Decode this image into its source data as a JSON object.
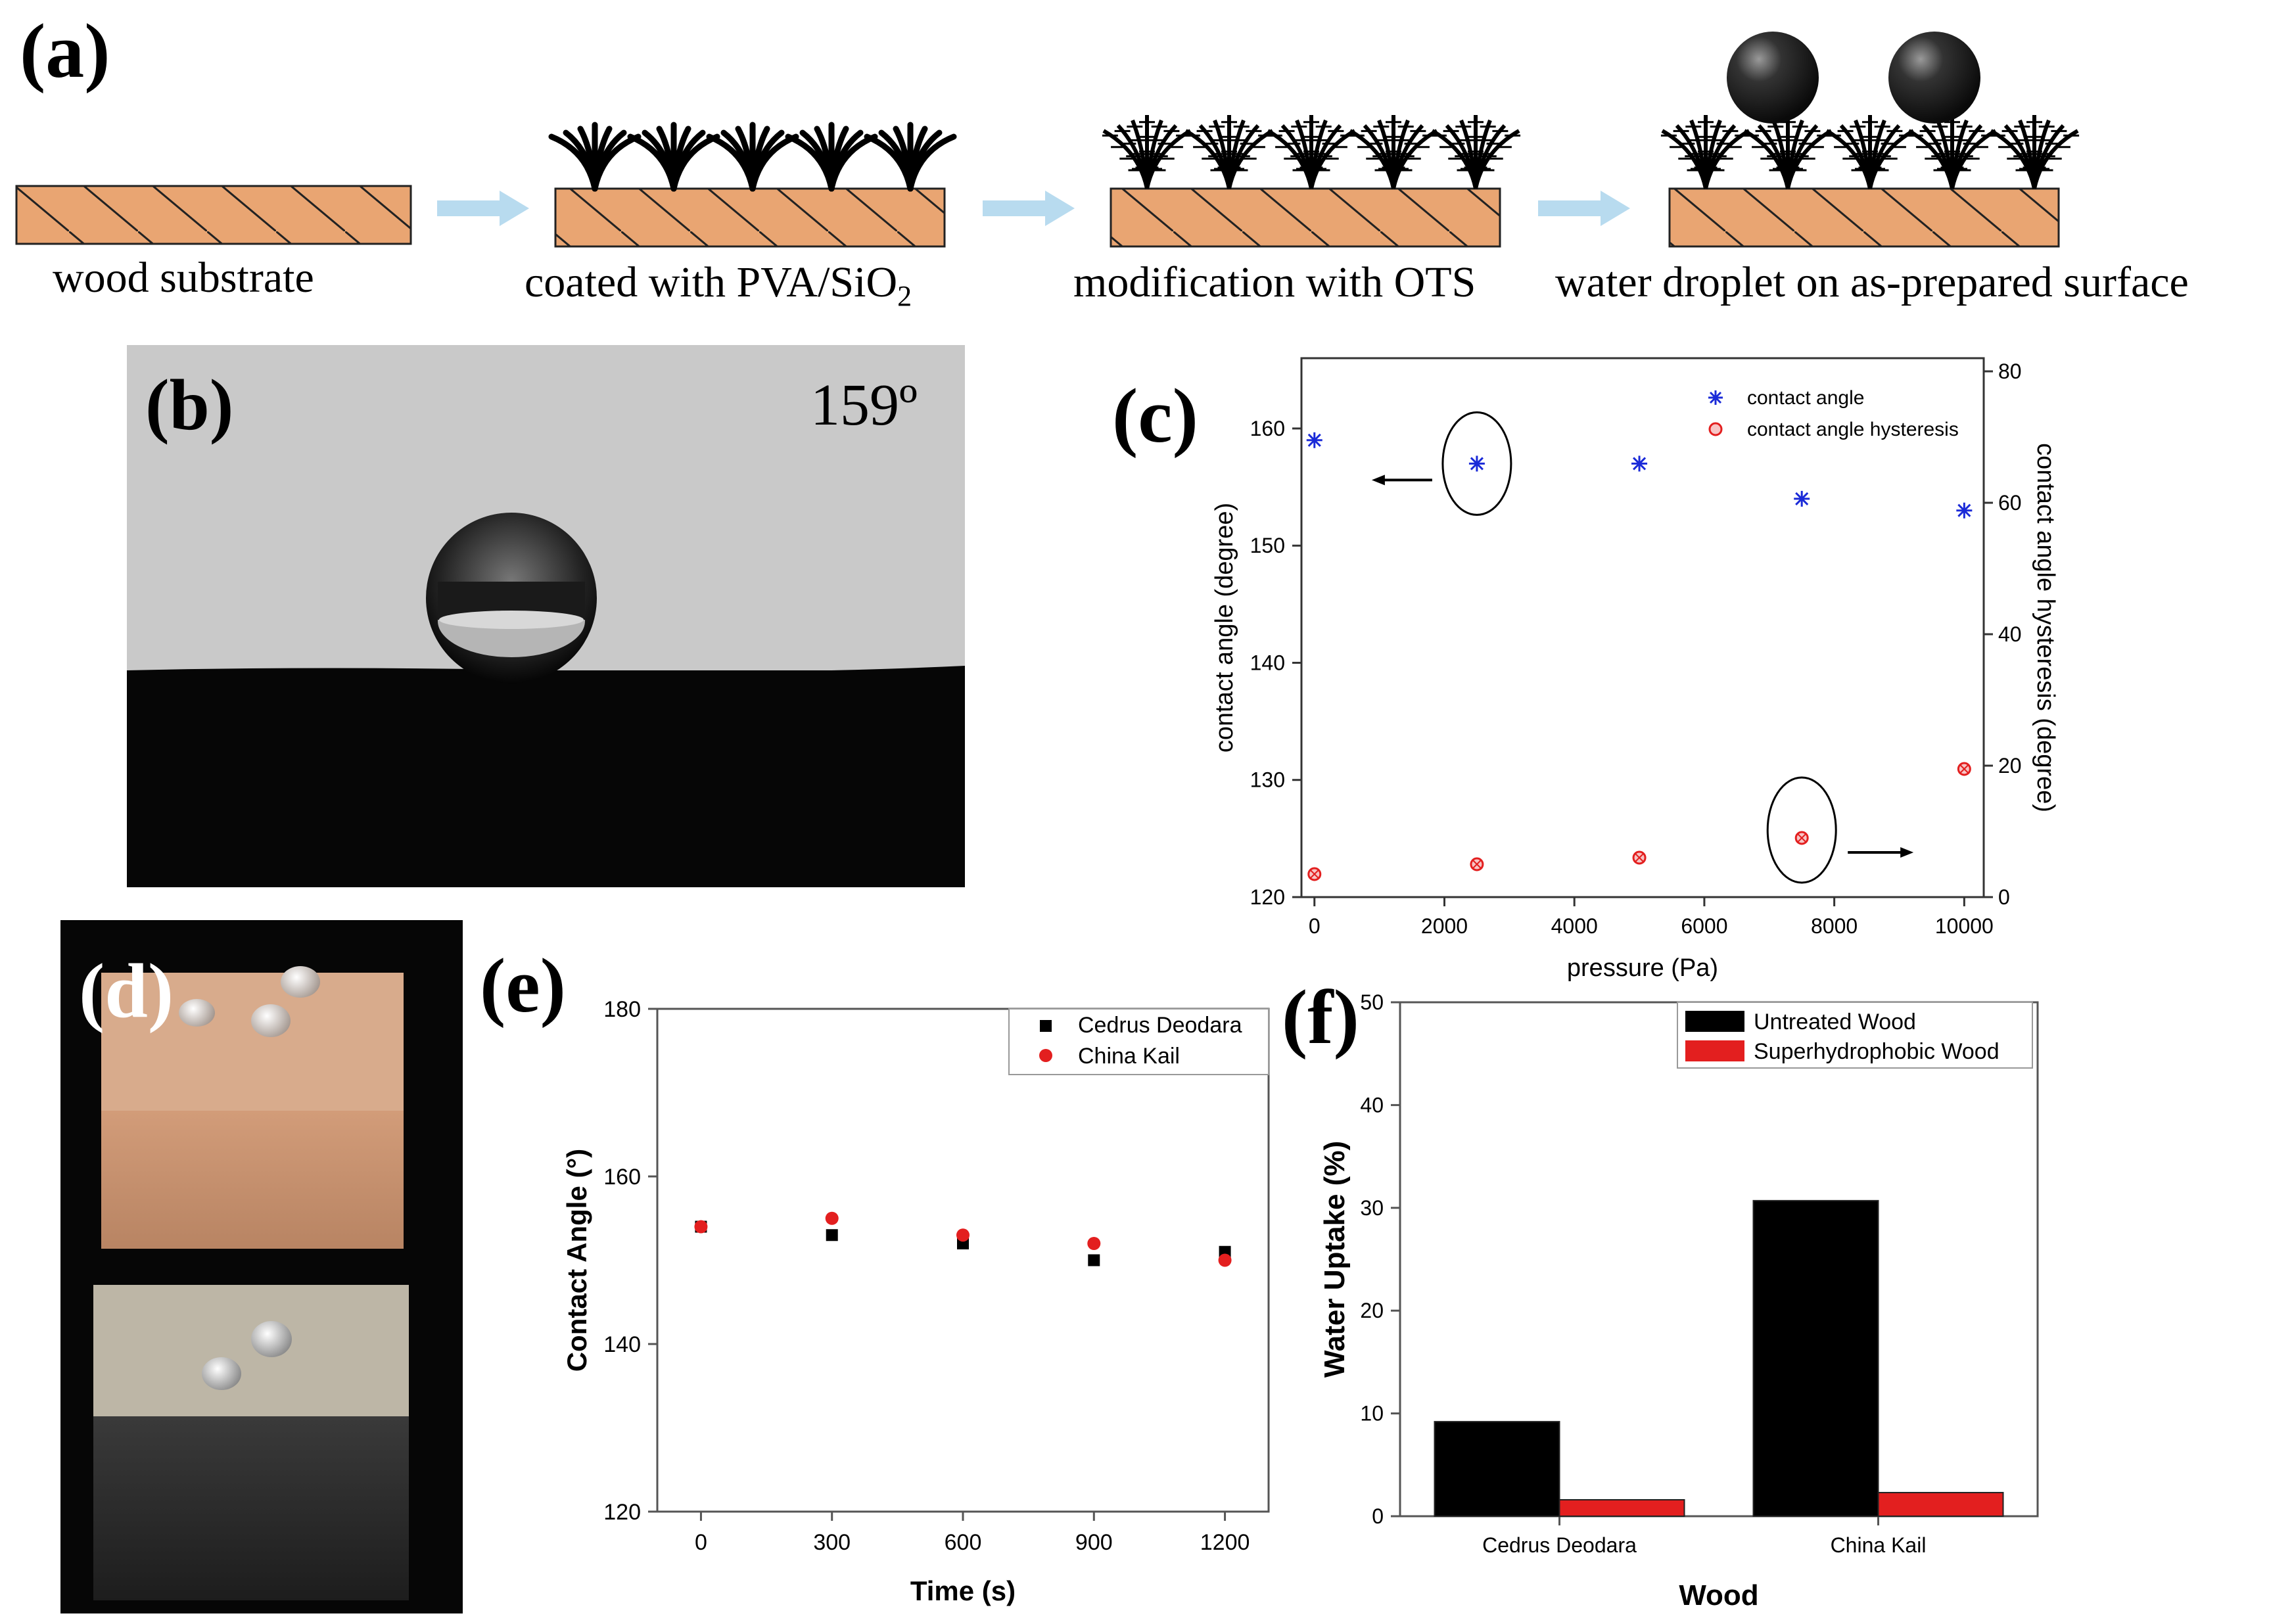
{
  "panel_a": {
    "label": "(a)",
    "steps": [
      "wood substrate",
      "coated with PVA/SiO",
      "modification with OTS",
      "water droplet on as-prepared surface"
    ],
    "sub2": "2"
  },
  "panel_b": {
    "label": "(b)",
    "angle": "159º"
  },
  "panel_d": {
    "label": "(d)"
  },
  "colors": {
    "wood": "#e9a572",
    "arrow": "#b8dbef",
    "blue": "#1a2ad8",
    "red": "#e31f1f",
    "black": "#000000"
  },
  "chart_data": [
    {
      "panel": "(c)",
      "type": "scatter",
      "xlabel": "pressure (Pa)",
      "ylabel": "contact angle (degree)",
      "y2label": "contact angle hysteresis (degree)",
      "xlim": [
        -200,
        10300
      ],
      "ylim": [
        120,
        166
      ],
      "y2lim": [
        0,
        82
      ],
      "xticks": [
        "0",
        "2000",
        "4000",
        "6000",
        "8000",
        "10000"
      ],
      "yticks": [
        "120",
        "130",
        "140",
        "150",
        "160"
      ],
      "y2ticks": [
        "0",
        "20",
        "40",
        "60",
        "80"
      ],
      "legend": [
        "contact angle",
        "contact angle hysteresis"
      ],
      "series": [
        {
          "name": "contact angle",
          "axis": "left",
          "x": [
            0,
            2500,
            5000,
            7500,
            10000
          ],
          "y": [
            159,
            157,
            157,
            154,
            153
          ]
        },
        {
          "name": "contact angle hysteresis",
          "axis": "right",
          "x": [
            0,
            2500,
            5000,
            7500,
            10000
          ],
          "y": [
            3.5,
            5,
            6,
            9,
            19.5
          ]
        }
      ]
    },
    {
      "panel": "(e)",
      "type": "scatter",
      "xlabel": "Time (s)",
      "ylabel": "Contact Angle (°)",
      "xlim": [
        -100,
        1300
      ],
      "ylim": [
        120,
        180
      ],
      "xticks": [
        "0",
        "300",
        "600",
        "900",
        "1200"
      ],
      "yticks": [
        "120",
        "140",
        "160",
        "180"
      ],
      "legend": [
        "Cedrus Deodara",
        "China Kail"
      ],
      "series": [
        {
          "name": "Cedrus Deodara",
          "x": [
            0,
            300,
            600,
            900,
            1200
          ],
          "y": [
            154,
            153,
            152,
            150,
            151
          ]
        },
        {
          "name": "China Kail",
          "x": [
            0,
            300,
            600,
            900,
            1200
          ],
          "y": [
            154,
            155,
            153,
            152,
            150
          ]
        }
      ]
    },
    {
      "panel": "(f)",
      "type": "bar",
      "xlabel": "Wood",
      "ylabel": "Water Uptake (%)",
      "ylim": [
        0,
        50
      ],
      "yticks": [
        "0",
        "10",
        "20",
        "30",
        "40",
        "50"
      ],
      "categories": [
        "Cedrus Deodara",
        "China Kail"
      ],
      "legend": [
        "Untreated Wood",
        "Superhydrophobic Wood"
      ],
      "series": [
        {
          "name": "Untreated Wood",
          "values": [
            9.2,
            30.7
          ]
        },
        {
          "name": "Superhydrophobic Wood",
          "values": [
            1.6,
            2.3
          ]
        }
      ]
    }
  ]
}
